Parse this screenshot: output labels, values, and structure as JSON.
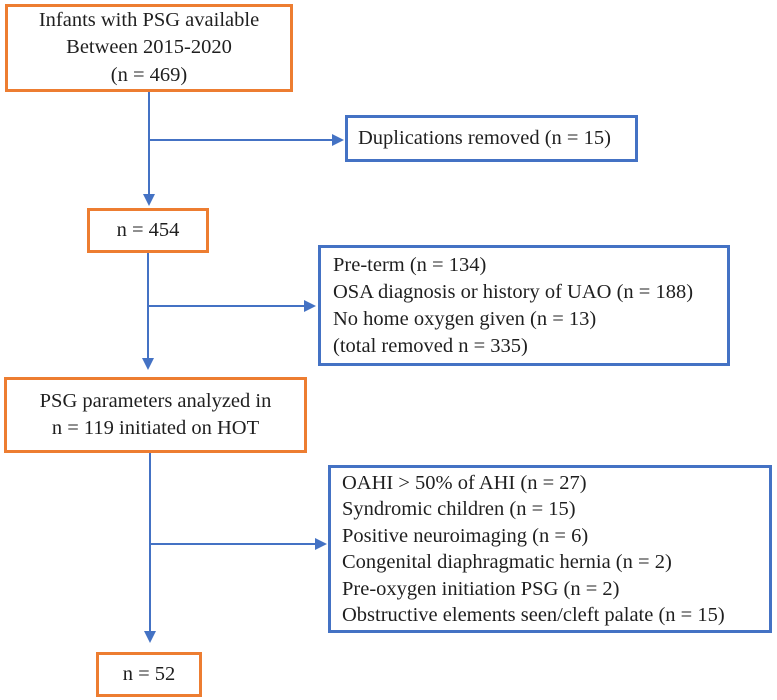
{
  "diagram_type": "patient-flow-chart",
  "boxes": {
    "main1": {
      "lines": [
        "Infants with PSG available",
        "Between 2015-2020",
        "(n = 469)"
      ]
    },
    "side1": {
      "lines": [
        "Duplications removed (n = 15)"
      ]
    },
    "main2": {
      "lines": [
        "n = 454"
      ]
    },
    "side2": {
      "lines": [
        "Pre-term (n = 134)",
        "OSA diagnosis or history of UAO (n = 188)",
        "No home oxygen given (n = 13)",
        "(total removed n = 335)"
      ]
    },
    "main3": {
      "lines": [
        "PSG parameters analyzed in",
        "n = 119 initiated on HOT"
      ]
    },
    "side3": {
      "lines": [
        "OAHI > 50% of AHI (n = 27)",
        "Syndromic children (n = 15)",
        "Positive neuroimaging (n = 6)",
        "Congenital diaphragmatic hernia (n = 2)",
        "Pre-oxygen initiation PSG (n = 2)",
        "Obstructive elements seen/cleft palate (n = 15)"
      ]
    },
    "main4": {
      "lines": [
        "n = 52"
      ]
    }
  },
  "colors": {
    "main_box_border": "#ED7D31",
    "side_box_border": "#4472C4",
    "arrow": "#4472C4",
    "text": "#1f1f1f",
    "background": "#ffffff"
  }
}
